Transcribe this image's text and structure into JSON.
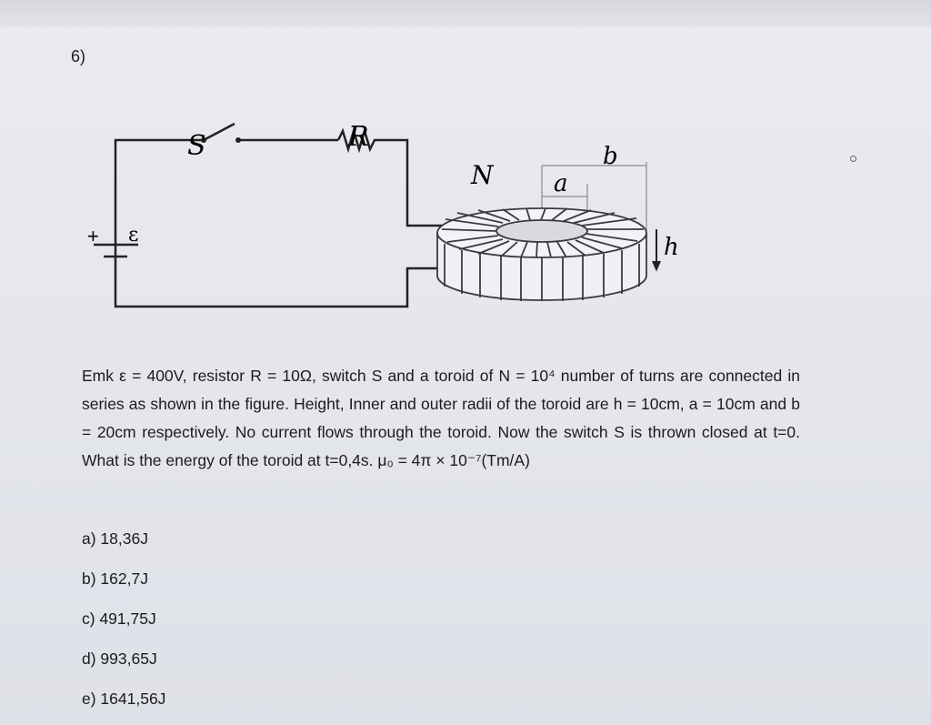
{
  "question_number": "6)",
  "figure": {
    "switch_label": "S",
    "resistor_label": "R",
    "emf_label": "ε",
    "plus_sign": "+",
    "turns_label": "N",
    "inner_radius_label": "a",
    "outer_radius_label": "b",
    "height_label": "h"
  },
  "problem_text": "Emk ε = 400V, resistor R = 10Ω, switch S and a toroid of N = 10⁴ number of turns are connected in series as shown in the figure. Height, Inner and outer radii of the toroid are h = 10cm, a = 10cm and b = 20cm respectively. No current flows through the toroid. Now the switch S is thrown closed at t=0. What is the energy of the toroid at t=0,4s. μ₀ = 4π × 10⁻⁷(Tm/A)",
  "options": [
    "a) 18,36J",
    "b) 162,7J",
    "c) 491,75J",
    "d) 993,65J",
    "e) 1641,56J"
  ]
}
